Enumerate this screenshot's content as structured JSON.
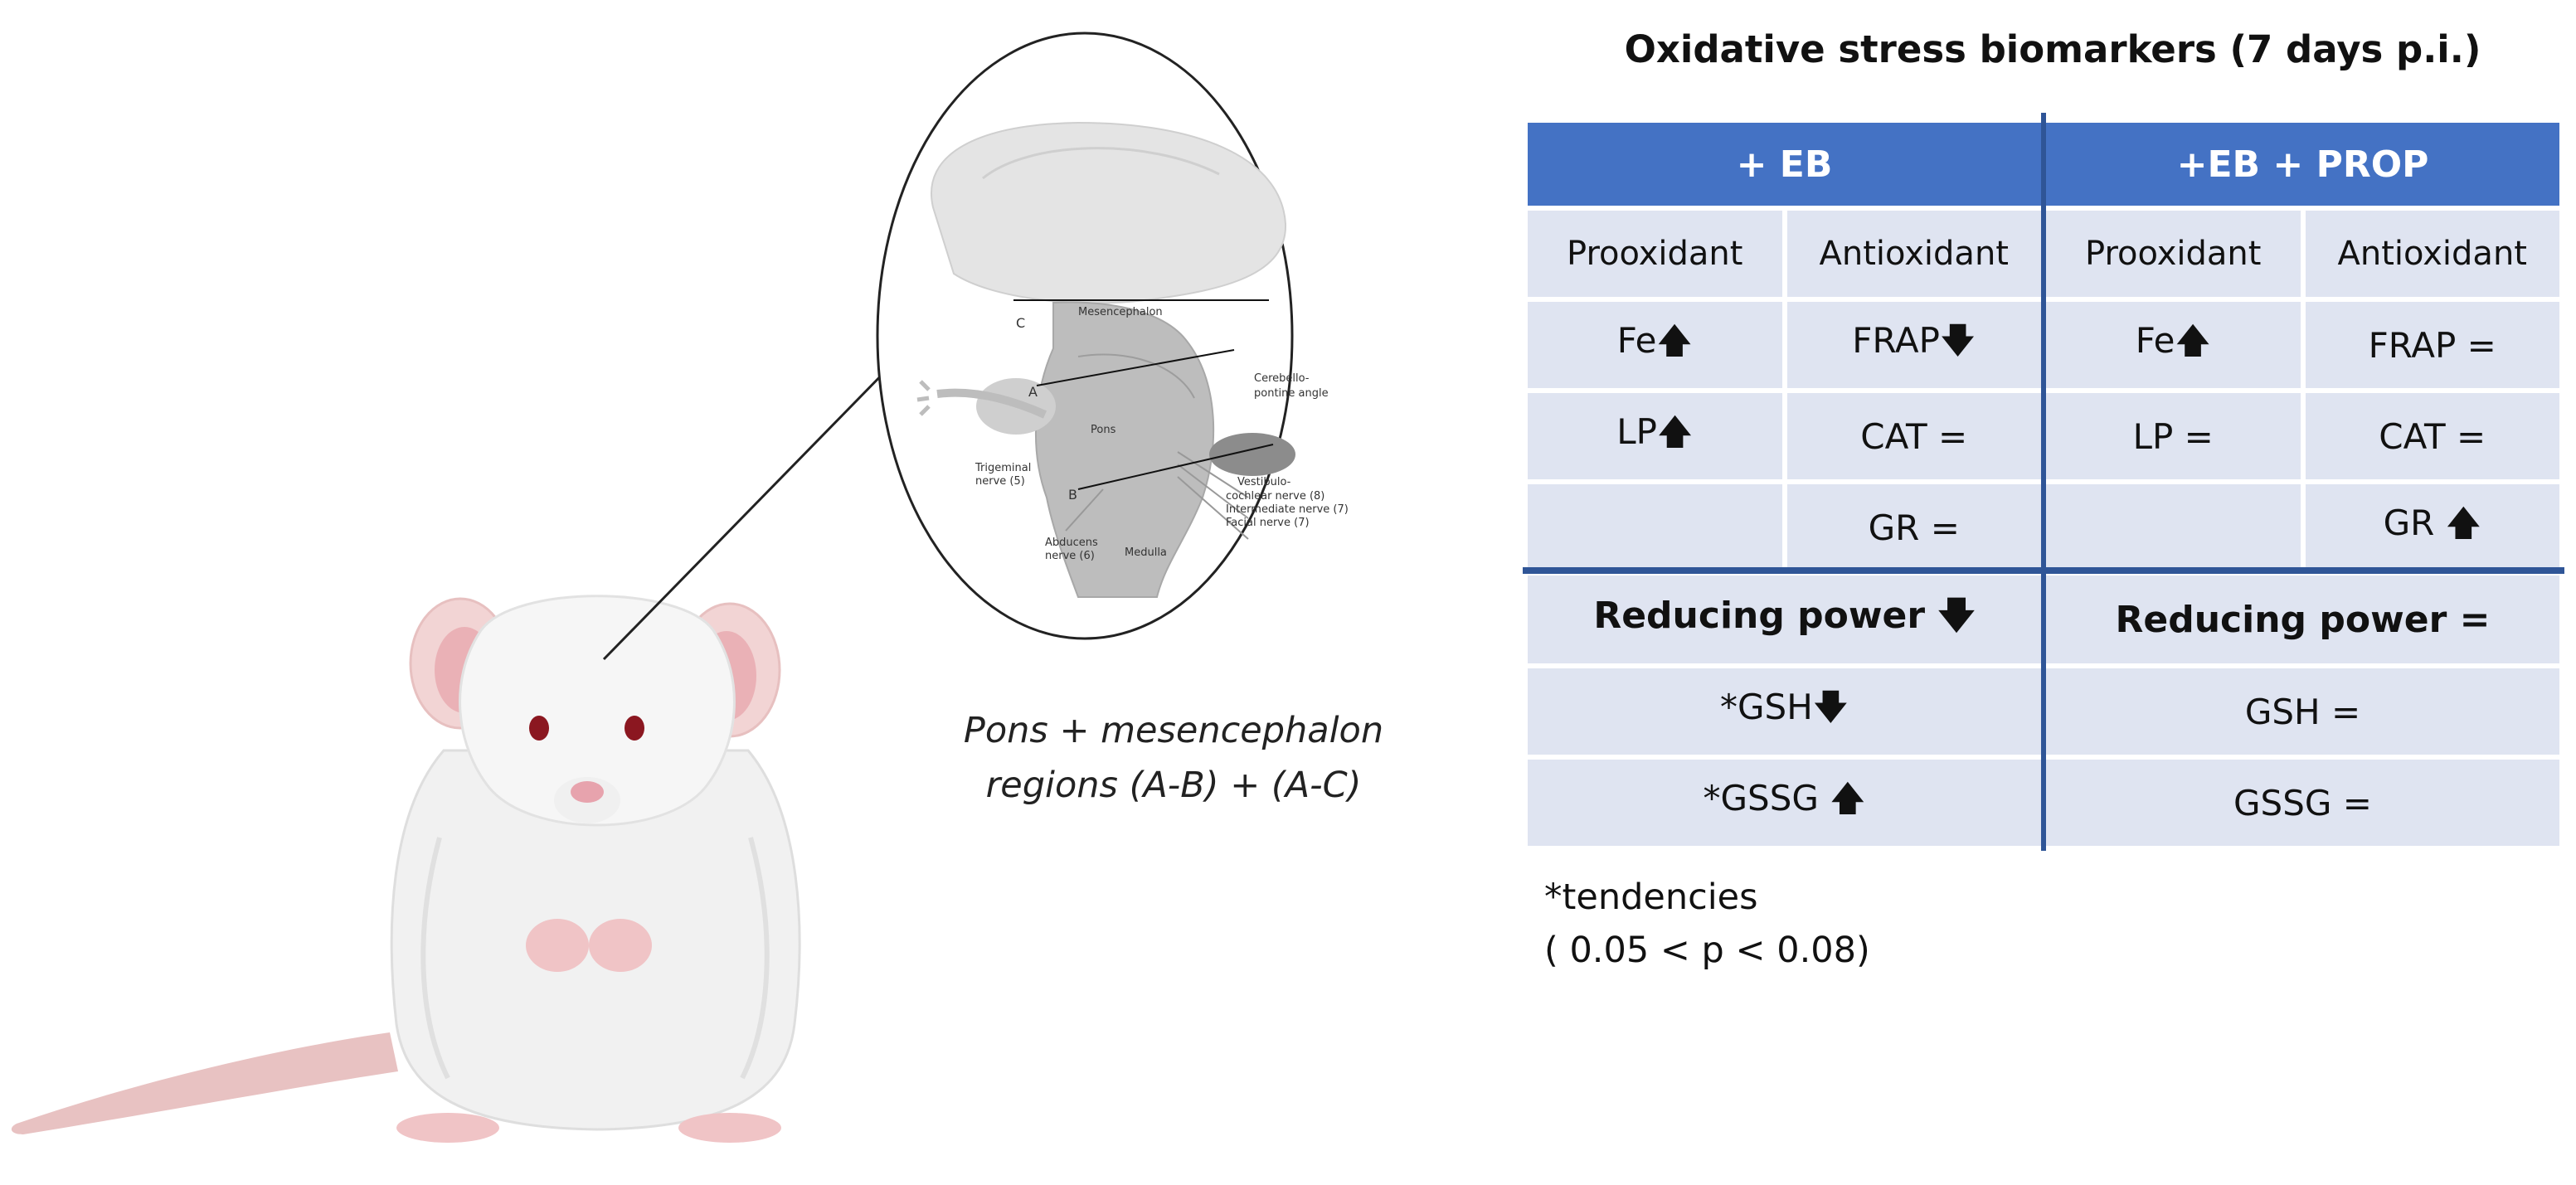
{
  "title": "Oxidative stress biomarkers (7 days p.i.)",
  "caption": {
    "line1": "Pons + mesencephalon",
    "line2": "regions (A-B) + (A-C)"
  },
  "brain_labels": {
    "mesencephalon": "Mesencephalon",
    "c": "C",
    "a": "A",
    "b": "B",
    "cerebellopontine_1": "Cerebello-",
    "cerebellopontine_2": "pontine angle",
    "pons": "Pons",
    "trigeminal_1": "Trigeminal",
    "trigeminal_2": "nerve (5)",
    "vestibulo_1": "Vestibulo-",
    "vestibulo_2": "cochlear nerve (8)",
    "intermediate": "Intermediate nerve (7)",
    "facial": "Facial nerve (7)",
    "abducens_1": "Abducens",
    "abducens_2": "nerve (6)",
    "medulla": "Medulla"
  },
  "table": {
    "groups": [
      "+ EB",
      "+EB + PROP"
    ],
    "columns": [
      "Prooxidant",
      "Antioxidant",
      "Prooxidant",
      "Antioxidant"
    ],
    "rows": [
      [
        "Fe",
        "FRAP",
        "Fe",
        "FRAP ="
      ],
      [
        "LP",
        "CAT =",
        "LP =",
        "CAT ="
      ],
      [
        "",
        "GR =",
        "",
        "GR"
      ]
    ],
    "reducing_power": [
      "Reducing power",
      "Reducing power ="
    ],
    "gsh": [
      "*GSH",
      "GSH ="
    ],
    "gssg": [
      "*GSSG",
      "GSSG ="
    ]
  },
  "footnote": {
    "line1": "*tendencies",
    "line2": "( 0.05 < p < 0.08)"
  }
}
